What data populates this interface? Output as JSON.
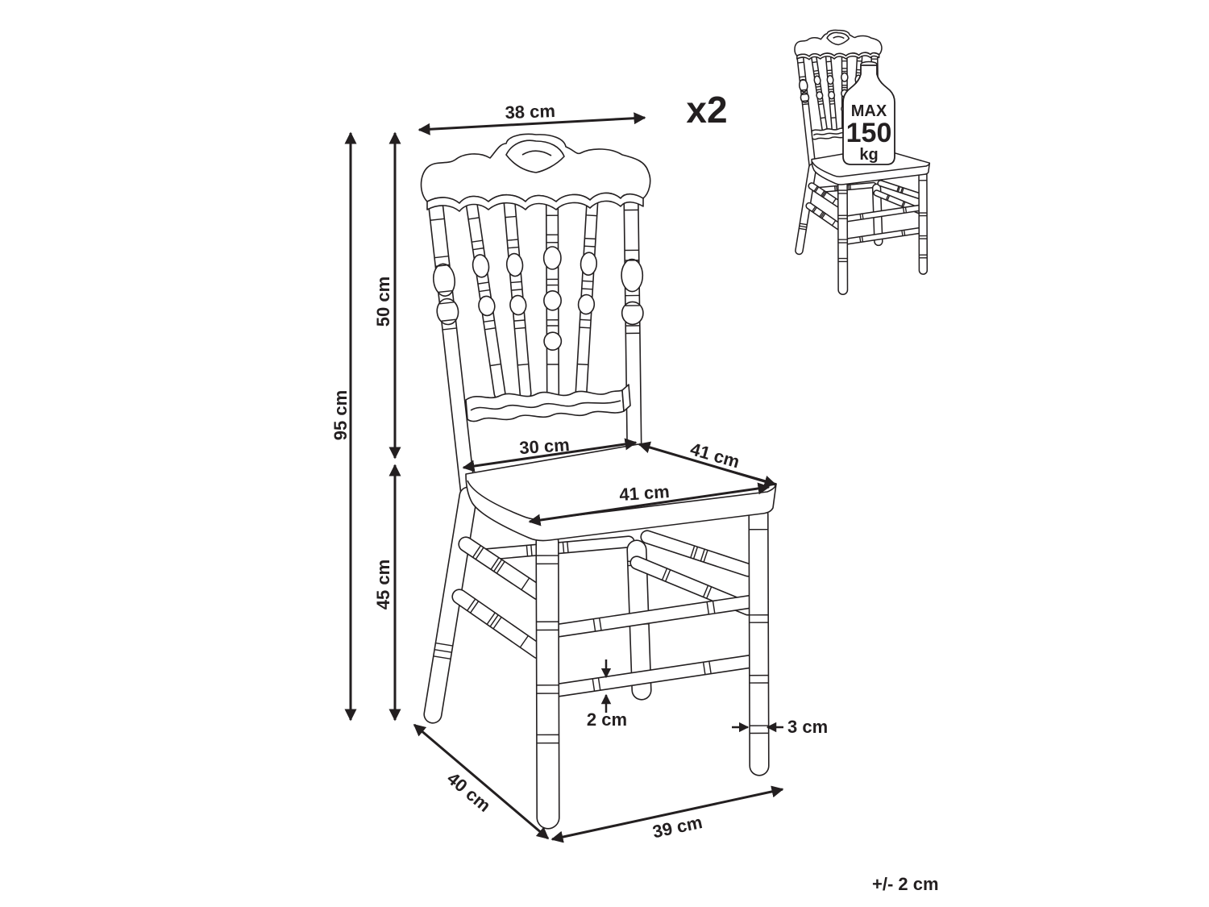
{
  "dimensions": {
    "backrest_width": "38 cm",
    "overall_height": "95 cm",
    "backrest_height": "50 cm",
    "seat_height": "45 cm",
    "seat_back_width": "30 cm",
    "seat_depth": "41 cm",
    "seat_front_width": "41 cm",
    "stretcher_thickness": "2 cm",
    "leg_thickness": "3 cm",
    "base_depth": "40 cm",
    "base_width": "39 cm"
  },
  "quantity": "x2",
  "load_badge": {
    "line1": "MAX",
    "value": "150",
    "unit": "kg"
  },
  "tolerance": "+/- 2 cm",
  "icons": {
    "product": "chair-drawing",
    "load": "weight-icon"
  },
  "colors": {
    "line": "#231f20",
    "background": "#ffffff"
  }
}
